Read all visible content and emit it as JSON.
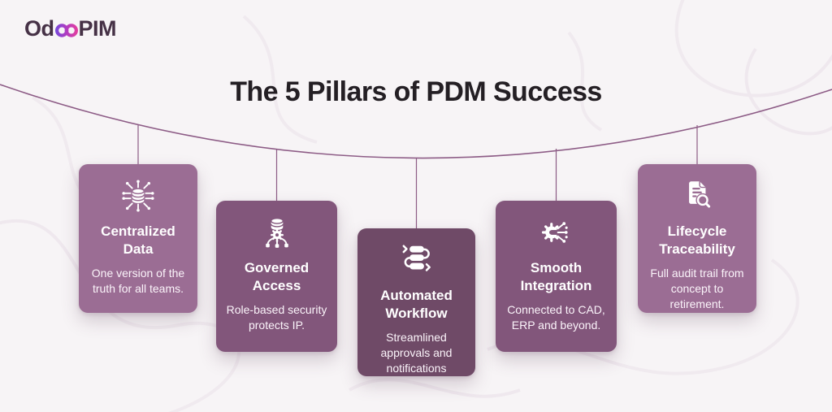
{
  "logo": {
    "text_start": "Od",
    "text_end": "PIM",
    "infinity_icon": "infinity-loop-icon"
  },
  "title": "The 5 Pillars of PDM Success",
  "colors": {
    "background": "#f7f4f6",
    "hanger_line": "#8d5c86",
    "title_text": "#241f24",
    "logo_text": "#463146",
    "logo_gradient_start": "#6d4ae0",
    "logo_gradient_mid": "#b23cc0",
    "logo_gradient_end": "#ee3f97",
    "card_light": "#9b6d94",
    "card_medium": "#82567b",
    "card_dark": "#6f4a67"
  },
  "pillars": [
    {
      "icon": "centralized-data-icon",
      "heading": "Centralized Data",
      "body": "One version of the truth for all teams.",
      "color": "#9b6d94"
    },
    {
      "icon": "governed-access-icon",
      "heading": "Governed Access",
      "body": "Role-based security protects IP.",
      "color": "#82567b"
    },
    {
      "icon": "automated-workflow-icon",
      "heading": "Automated Workflow",
      "body": "Streamlined approvals and notifications",
      "color": "#6f4a67"
    },
    {
      "icon": "smooth-integration-icon",
      "heading": "Smooth Integration",
      "body": "Connected to CAD, ERP and beyond.",
      "color": "#82567b"
    },
    {
      "icon": "lifecycle-traceability-icon",
      "heading": "Lifecycle Traceability",
      "body": "Full audit trail from concept to retirement.",
      "color": "#9b6d94"
    }
  ]
}
